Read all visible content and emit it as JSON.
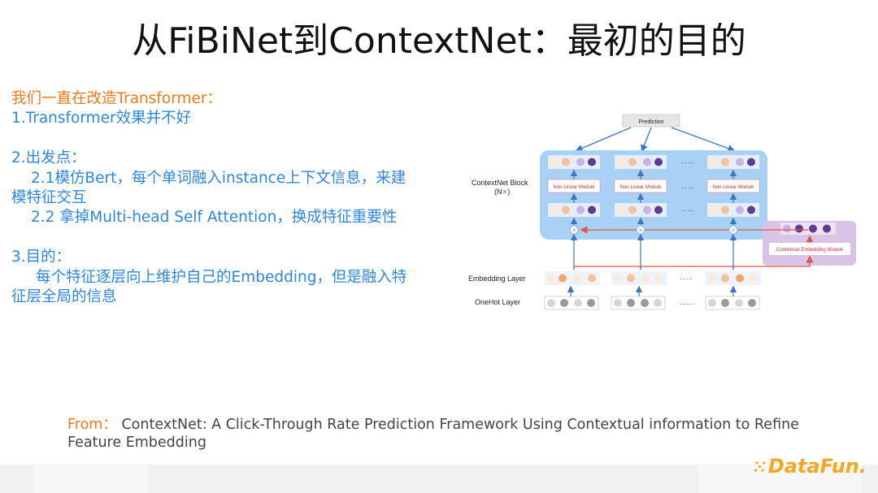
{
  "title": "从FiBiNet到ContextNet：最初的目的",
  "left": {
    "line1": "我们一直在改造Transformer：",
    "line2": "1.Transformer效果并不好",
    "line3": "2.出发点：",
    "line4": "2.1模仿Bert，每个单词融入instance上下文信息，来建",
    "line5": "模特征交互",
    "line6": "2.2 拿掉Multi-head Self Attention，换成特征重要性",
    "line7": "3.目的：",
    "line8": "每个特征逐层向上维护自己的Embedding，但是融入特",
    "line9": "征层全局的信息"
  },
  "diagram": {
    "prediction": "Prediction",
    "block_label": "ContextNet Block",
    "block_n": "(N",
    "block_close": ")",
    "non_linear": "Non-Linear Module",
    "contextual": "Contextual Embedding Module",
    "embedding_layer": "Embedding Layer",
    "onehot_layer": "OneHot Layer",
    "dots": "……",
    "colors": {
      "block_bg": "#a9d0f5",
      "side_bg": "#d9c4e8",
      "arrow_blue": "#3a78c0",
      "arrow_red": "#e05545",
      "light_purple": "#c9b3e6",
      "dark_purple": "#5c3d8f",
      "peach": "#f6c29a",
      "orange_dot": "#f2a66b",
      "grey_dot": "#9a9a9a",
      "light_grey_dot": "#d6d6d6"
    }
  },
  "citation": {
    "from_label": "From：",
    "text": "ContextNet: A Click-Through Rate Prediction Framework Using Contextual information to Refine Feature Embedding"
  },
  "logo": {
    "text": "DataFun."
  }
}
